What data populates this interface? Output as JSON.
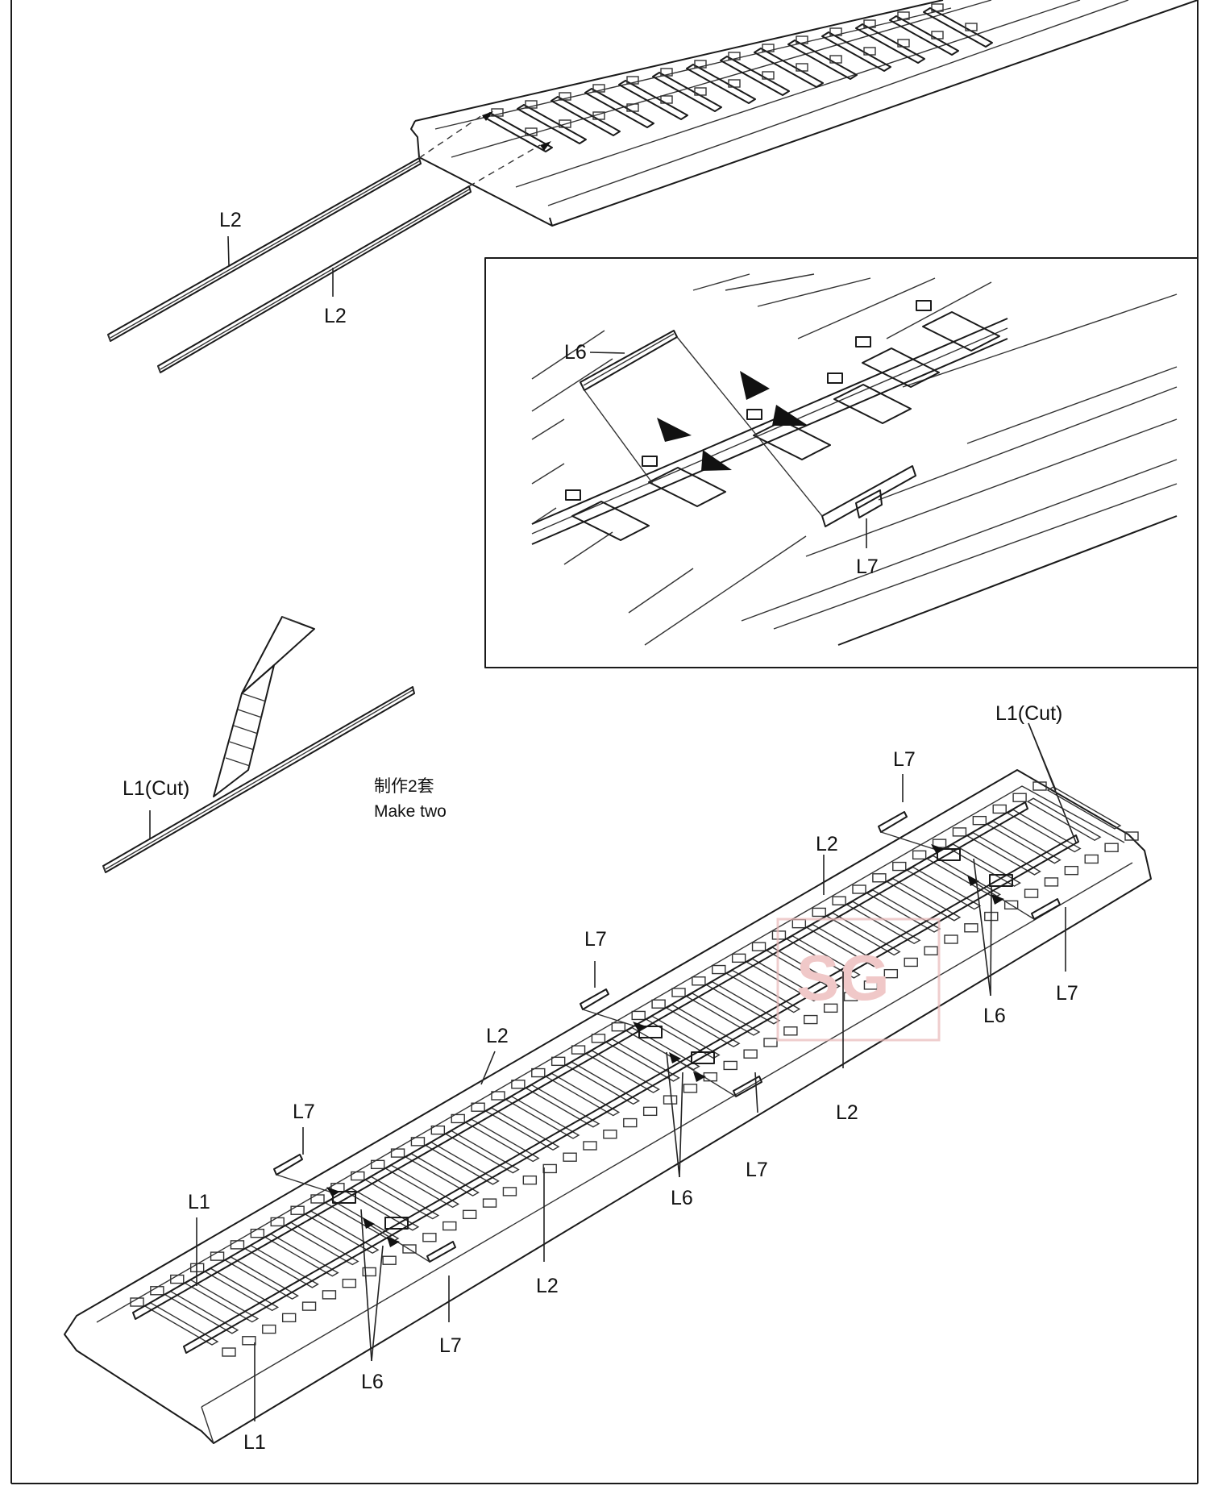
{
  "labels": {
    "top_l2_a": "L2",
    "top_l2_b": "L2",
    "inset_l6": "L6",
    "inset_l7": "L7",
    "cut_rail": "L1(Cut)",
    "make_two_cn": "制作2套",
    "make_two_en": "Make two",
    "main_l1cut": "L1(Cut)",
    "main_l7_1": "L7",
    "main_l7_2": "L7",
    "main_l7_3": "L7",
    "main_l7_4": "L7",
    "main_l7_5": "L7",
    "main_l7_6": "L7",
    "main_l2_1": "L2",
    "main_l2_2": "L2",
    "main_l2_3": "L2",
    "main_l2_4": "L2",
    "main_l6_1": "L6",
    "main_l6_2": "L6",
    "main_l6_3": "L6",
    "main_l1_a": "L1",
    "main_l1_b": "L1"
  },
  "colors": {
    "line": "#1a1a1a",
    "watermark": "#e8b8b8",
    "background": "#ffffff"
  }
}
